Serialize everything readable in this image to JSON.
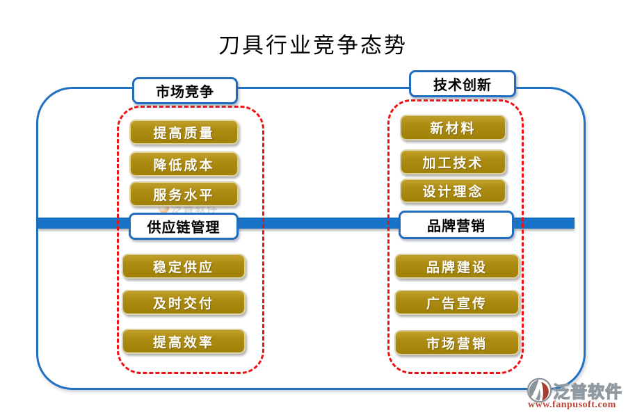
{
  "title": "刀具行业竞争态势",
  "sections": [
    {
      "label": "市场竞争",
      "items": [
        "提高质量",
        "降低成本",
        "服务水平"
      ]
    },
    {
      "label": "技术创新",
      "items": [
        "新材料",
        "加工技术",
        "设计理念"
      ]
    },
    {
      "label": "供应链管理",
      "items": [
        "稳定供应",
        "及时交付",
        "提高效率"
      ]
    },
    {
      "label": "品牌营销",
      "items": [
        "品牌建设",
        "广告宣传",
        "市场营销"
      ]
    }
  ],
  "colors": {
    "accent_blue": "#1f6cc0",
    "node_gold": "#ab8a0e",
    "dashed_red": "#ee1111"
  },
  "watermark": {
    "brand": "泛普软件",
    "url": "www.fanpusoft.com"
  }
}
